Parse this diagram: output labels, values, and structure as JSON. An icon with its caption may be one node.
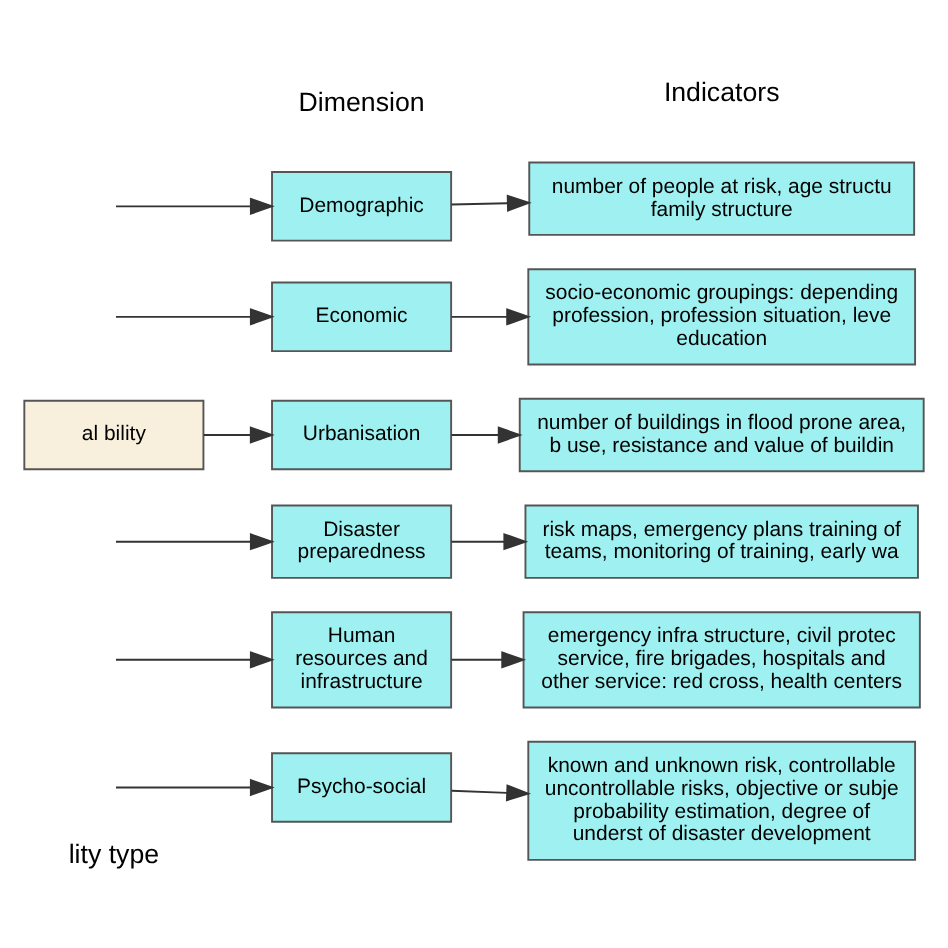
{
  "diagram": {
    "nodes": [
      {
        "text": [
          "al bility"
        ]
      },
      {
        "text": [
          "Demographic"
        ]
      },
      {
        "text": [
          "Economic"
        ]
      },
      {
        "text": [
          "Urbanisation"
        ]
      },
      {
        "text": [
          "Disaster preparedness"
        ]
      },
      {
        "text": [
          "Human resources and infrastructure"
        ]
      },
      {
        "text": [
          "Psycho-social"
        ]
      },
      {
        "text": [
          "number of people at risk, age structu family structure"
        ]
      },
      {
        "text": [
          "socio-economic groupings: depending profession, profession situation, leve education"
        ]
      },
      {
        "text": [
          "number of buildings in flood prone area, b use, resistance and value of buildin"
        ]
      },
      {
        "text": [
          "risk maps, emergency plans training of teams, monitoring of training, early wa"
        ]
      },
      {
        "text": [
          "emergency infra structure, civil protec service, fire brigades, hospitals and other service: red cross, health centers"
        ]
      },
      {
        "text": [
          "known and unknown risk, controllable uncontrollable risks, objective or subje probability estimation, degree of underst of disaster development"
        ]
      }
    ],
    "edges": [
      {
        "from": null,
        "to": 1,
        "arrow": "to"
      },
      {
        "from": null,
        "to": 2,
        "arrow": "to"
      },
      {
        "from": 0,
        "to": 3,
        "arrow": "to"
      },
      {
        "from": null,
        "to": 4,
        "arrow": "to"
      },
      {
        "from": null,
        "to": 5,
        "arrow": "to"
      },
      {
        "from": null,
        "to": 6,
        "arrow": "to"
      },
      {
        "from": 1,
        "to": 7,
        "arrow": "to"
      },
      {
        "from": 2,
        "to": 8,
        "arrow": "to"
      },
      {
        "from": 3,
        "to": 9,
        "arrow": "to"
      },
      {
        "from": 4,
        "to": 10,
        "arrow": "to"
      },
      {
        "from": 5,
        "to": 11,
        "arrow": "to"
      },
      {
        "from": 6,
        "to": 12,
        "arrow": "to"
      }
    ],
    "labels": [
      "lity type",
      "Dimension",
      "Indicators"
    ]
  }
}
